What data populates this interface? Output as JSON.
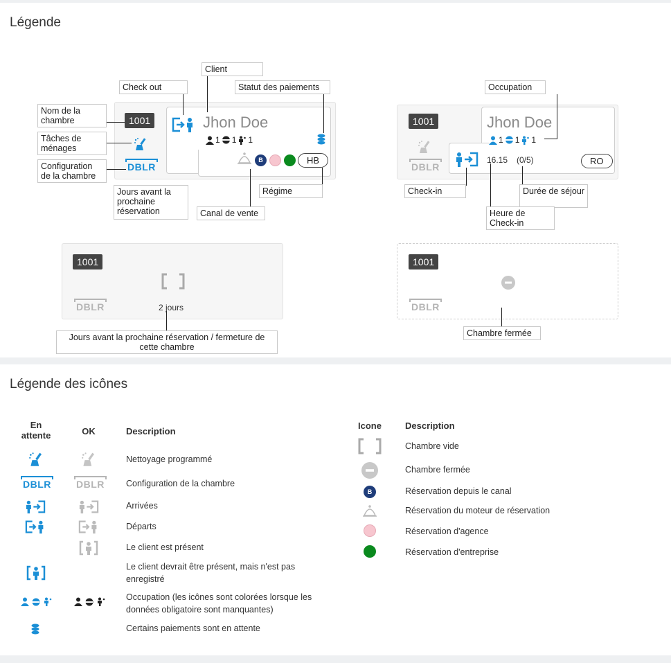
{
  "legend_title": "Légende",
  "icons_title": "Légende des icônes",
  "room_number": "1001",
  "room_config": "DBLR",
  "guest_name": "Jhon Doe",
  "occupancy": {
    "adults": "1",
    "teens": "1",
    "children": "1"
  },
  "days_before_next": "2",
  "board_hb": "HB",
  "board_ro": "RO",
  "checkin_time": "16.15",
  "stay_progress": "(0/5)",
  "empty_days": "2 jours",
  "channel_badge": "B",
  "labels": {
    "client": "Client",
    "check_out": "Check out",
    "payment_status": "Statut des paiements",
    "room_name": "Nom de la chambre",
    "housekeeping": "Tâches de ménages",
    "room_config": "Configuration de la chambre",
    "days_before": "Jours avant la prochaine réservation",
    "board": "Régime",
    "sales_channel": "Canal de vente",
    "occupation": "Occupation",
    "check_in": "Check-in",
    "stay_length": "Durée de séjour",
    "checkin_time": "Heure de Check-in",
    "days_before_closure": "Jours avant la prochaine réservation / fermeture de cette chambre",
    "closed_room": "Chambre fermée"
  },
  "icons_table_left": {
    "headers": {
      "pending": "En attente",
      "ok": "OK",
      "description": "Description"
    },
    "rows": [
      {
        "description": "Nettoyage programmé"
      },
      {
        "description": "Configuration de la chambre"
      },
      {
        "description": "Arrivées"
      },
      {
        "description": "Départs"
      },
      {
        "description": "Le client est présent"
      },
      {
        "description": "Le client devrait être présent, mais n'est pas enregistré"
      },
      {
        "description": "Occupation (les icônes sont colorées lorsque les données obligatoire sont manquantes)"
      },
      {
        "description": "Certains paiements sont en attente"
      }
    ]
  },
  "icons_table_right": {
    "headers": {
      "icon": "Icone",
      "description": "Description"
    },
    "rows": [
      {
        "description": "Chambre vide"
      },
      {
        "description": "Chambre fermée"
      },
      {
        "description": "Réservation depuis le canal"
      },
      {
        "description": "Réservation du moteur de réservation"
      },
      {
        "description": "Réservation d'agence"
      },
      {
        "description": "Réservation d'entreprise"
      }
    ]
  },
  "colors": {
    "accent": "#1b8fd6",
    "channel": "#1f3d7a",
    "agency": "#f7c6cf",
    "company": "#0a8a1e"
  }
}
